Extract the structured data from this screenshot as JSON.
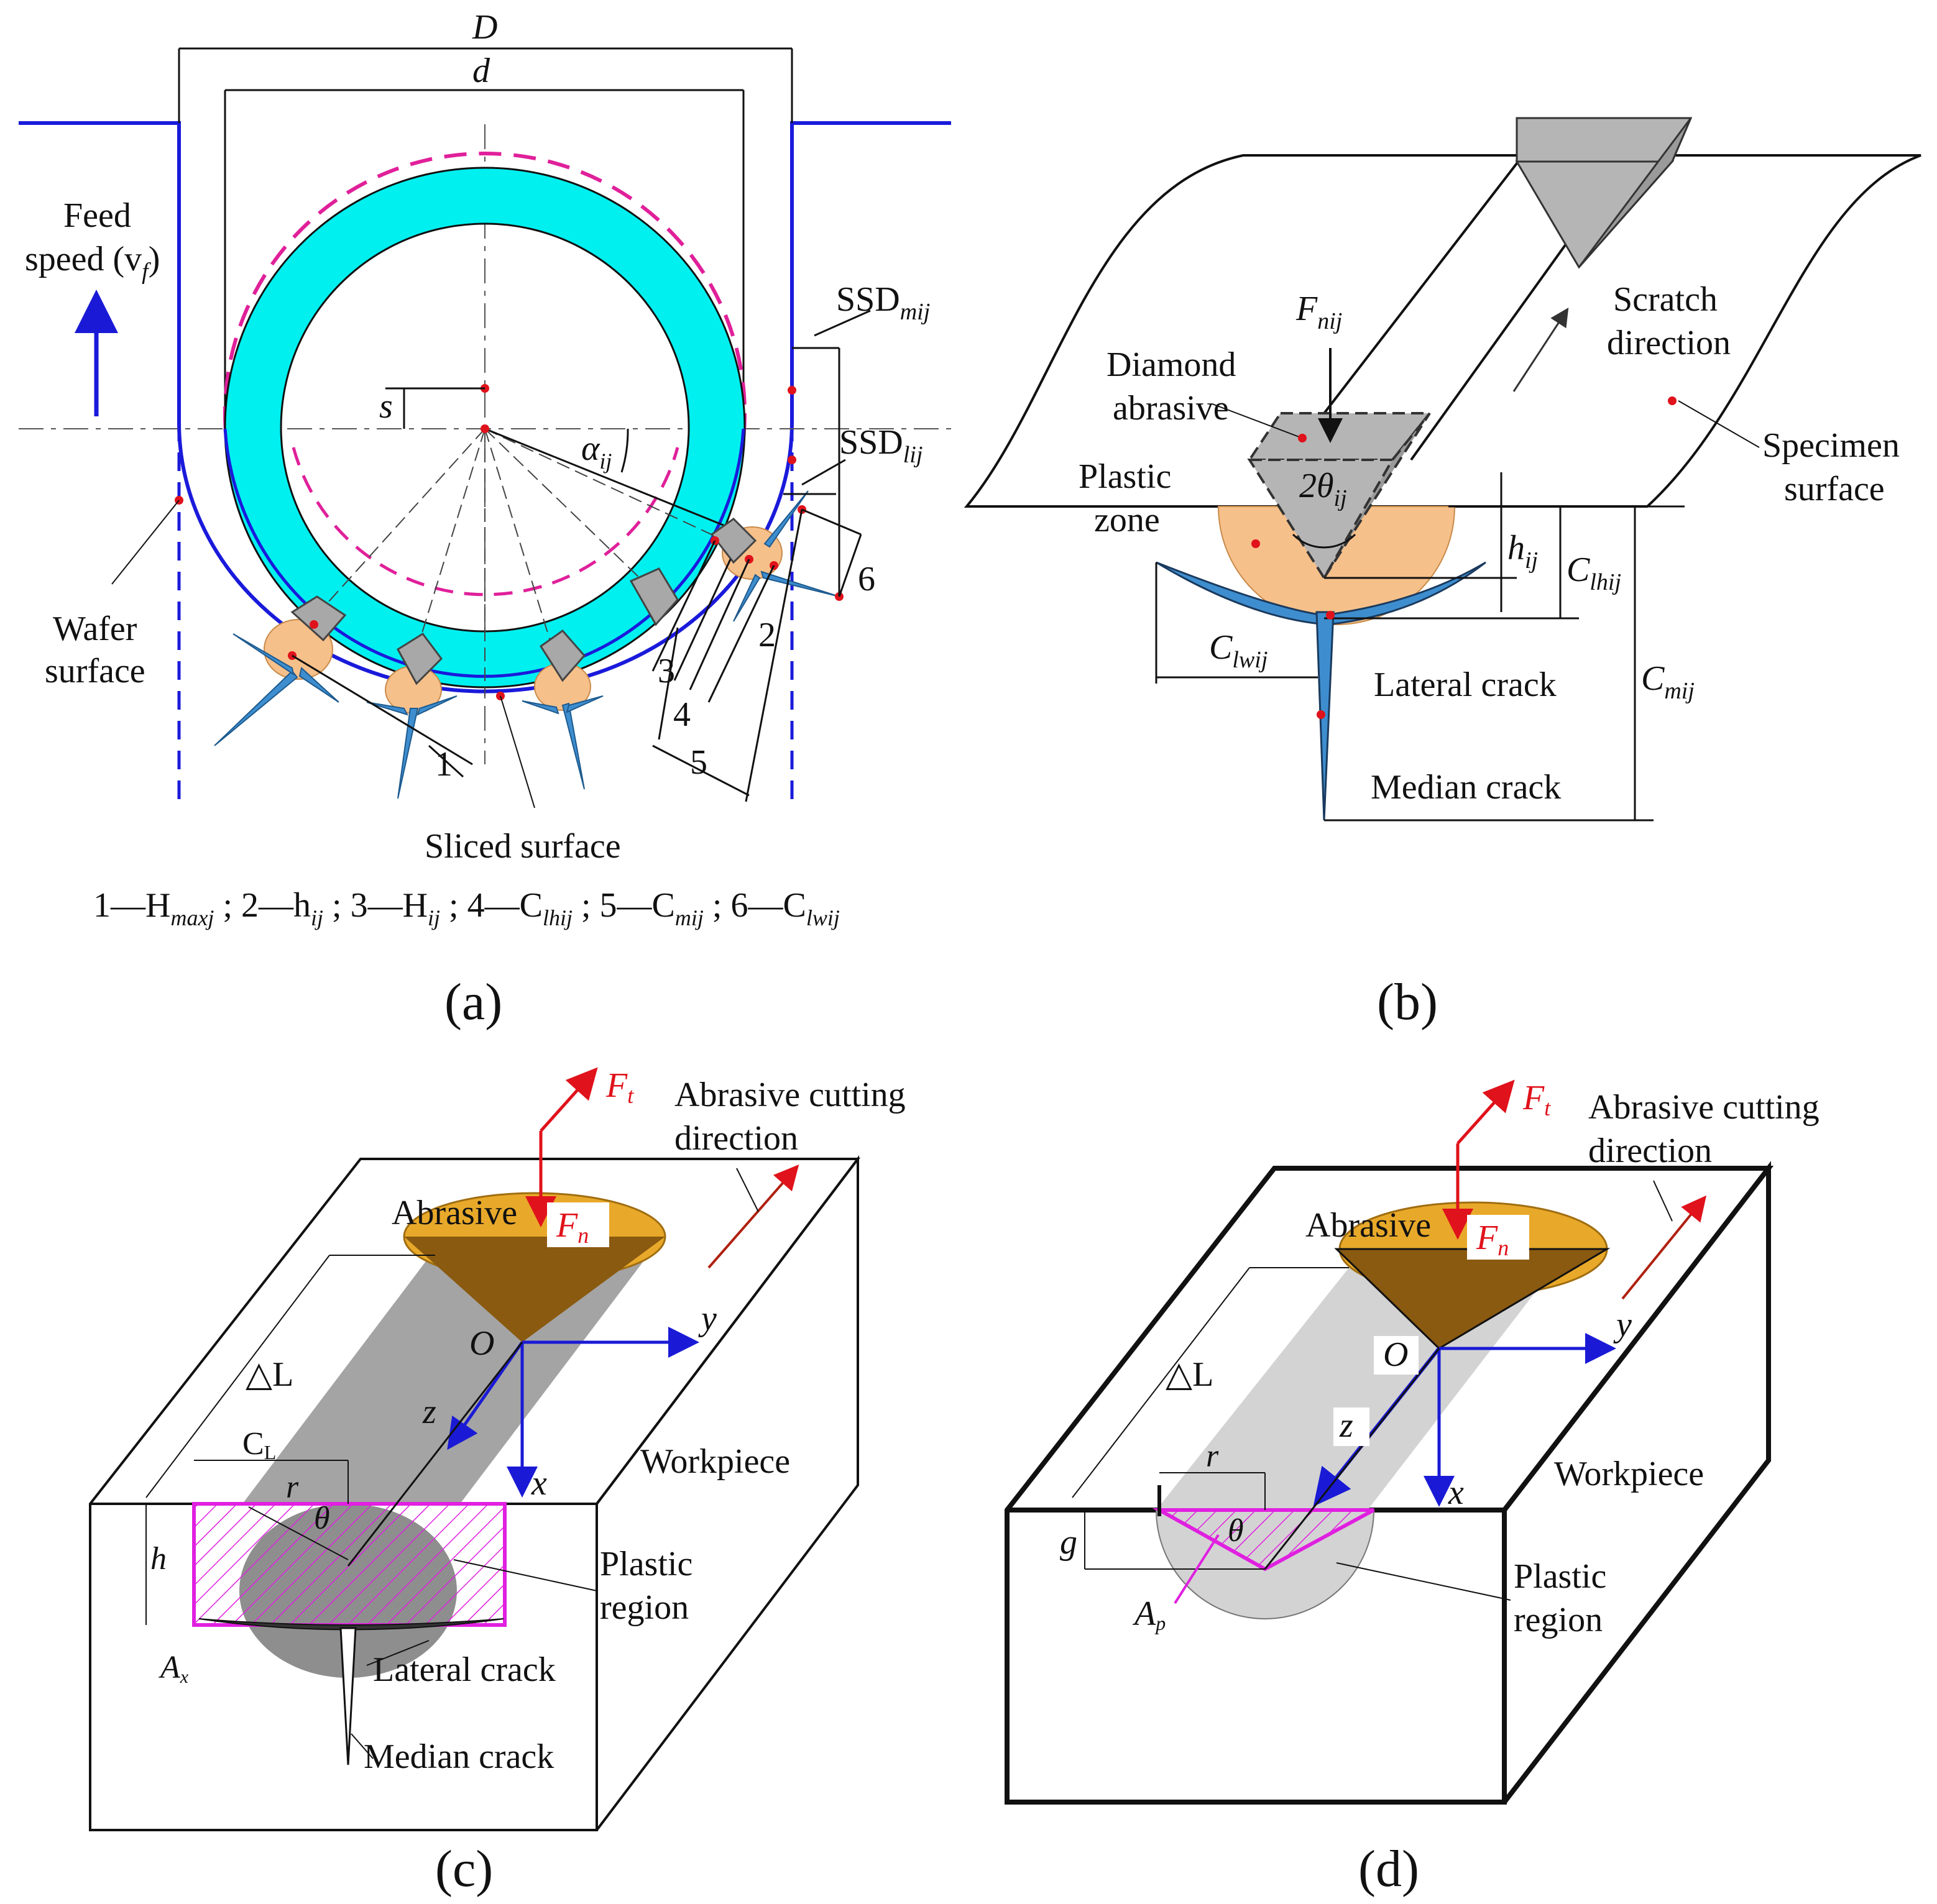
{
  "panels": [
    {
      "id": "a",
      "caption": "(a)",
      "labels": {
        "D": "D",
        "d": "d",
        "feed_speed": "Feed",
        "feed_speed2": "speed (v",
        "feed_speed_sub": "f",
        "ssd_m": "SSD",
        "ssd_m_sub": "mij",
        "ssd_l": "SSD",
        "ssd_l_sub": "lij",
        "alpha": "α",
        "alpha_sub": "ij",
        "s": "s",
        "wafer_surface_1": "Wafer",
        "wafer_surface_2": "surface",
        "sliced_surface": "Sliced surface",
        "n1": "1",
        "n2": "2",
        "n3": "3",
        "n4": "4",
        "n5": "5",
        "n6": "6",
        "legend": "1—H",
        "legend_maxj": "maxj",
        "legend_2": " ; 2—h",
        "legend_ij1": "ij",
        "legend_3": " ; 3—H",
        "legend_ij2": "ij",
        "legend_4": " ; 4—C",
        "legend_lhij": "lhij",
        "legend_5": " ; 5—C",
        "legend_mij": "mij",
        "legend_6": " ; 6—C",
        "legend_lwij": "lwij"
      }
    },
    {
      "id": "b",
      "caption": "(b)",
      "labels": {
        "fn": "F",
        "fn_sub": "nij",
        "scratch_1": "Scratch",
        "scratch_2": "direction",
        "diamond_1": "Diamond",
        "diamond_2": "abrasive",
        "plastic_1": "Plastic",
        "plastic_2": "zone",
        "theta": "2θ",
        "theta_sub": "ij",
        "specimen_1": "Specimen",
        "specimen_2": "surface",
        "h": "h",
        "h_sub": "ij",
        "clh": "C",
        "clh_sub": "lhij",
        "clw": "C",
        "clw_sub": "lwij",
        "lateral": "Lateral crack",
        "cm": "C",
        "cm_sub": "mij",
        "median": "Median crack"
      }
    },
    {
      "id": "c",
      "caption": "(c)",
      "labels": {
        "ft": "F",
        "ft_sub": "t",
        "dir_1": "Abrasive  cutting",
        "dir_2": "direction",
        "abrasive": "Abrasive",
        "fn": "F",
        "fn_sub": "n",
        "O": "O",
        "y": "y",
        "z": "z",
        "x": "x",
        "dL": "△L",
        "cl": "C",
        "cl_sub": "L",
        "r": "r",
        "theta": "θ",
        "h": "h",
        "workpiece": "Workpiece",
        "plastic_1": "Plastic",
        "plastic_2": "region",
        "ax": "A",
        "ax_sub": "x",
        "lateral": "Lateral  crack",
        "median": "Median  crack"
      }
    },
    {
      "id": "d",
      "caption": "(d)",
      "labels": {
        "ft": "F",
        "ft_sub": "t",
        "dir_1": "Abrasive  cutting",
        "dir_2": "direction",
        "abrasive": "Abrasive",
        "fn": "F",
        "fn_sub": "n",
        "O": "O",
        "y": "y",
        "z": "z",
        "x": "x",
        "dL": "△L",
        "r": "r",
        "theta": "θ",
        "g": "g",
        "workpiece": "Workpiece",
        "plastic_1": "Plastic",
        "plastic_2": "region",
        "ap": "A",
        "ap_sub": "p"
      }
    }
  ],
  "colors": {
    "wire_ring": "#00f0f0",
    "wafer_line": "#1a1adb",
    "dashed_circle": "#e0209a",
    "plastic_zone": "#f6c08a",
    "abrasive_grey": "#b5b5b5",
    "crack_blue": "#3e8ecf",
    "abrasive_gold": "#e8a92a",
    "hatch_magenta": "#e020e0",
    "force_red": "#e0121b",
    "axis_blue": "#1a1ad6"
  }
}
